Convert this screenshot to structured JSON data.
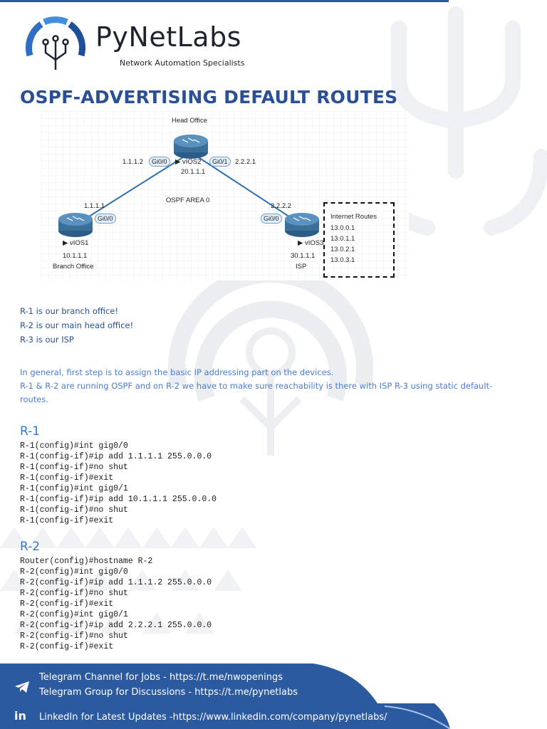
{
  "brand": {
    "name": "PyNetLabs",
    "tagline": "Network Automation Specialists"
  },
  "title": "OSPF-ADVERTISING DEFAULT ROUTES",
  "diagram": {
    "head_office": "Head Office",
    "r2_name": "vIOS2",
    "r2_id": "20.1.1.1",
    "r2_left_ip": "1.1.1.2",
    "r2_left_port": "Gi0/0",
    "r2_right_port": "Gi0/1",
    "r2_right_ip": "2.2.2.1",
    "area": "OSPF AREA 0",
    "r1_ip": "1.1.1.1",
    "r1_port": "Gi0/0",
    "r1_name": "vIOS1",
    "r1_id": "10.1.1.1",
    "r1_site": "Branch Office",
    "r3_ip": "2.2.2.2",
    "r3_port": "Gi0/0",
    "r3_name": "vIOS3",
    "r3_id": "30.1.1.1",
    "r3_site": "ISP",
    "internet_title": "Internet Routes",
    "internet_routes": [
      "13.0.0.1",
      "13.0.1.1",
      "13.0.2.1",
      "13.0.3.1"
    ]
  },
  "intro": [
    "R-1 is our branch office!",
    "R-2 is our main head office!",
    "R-3 is our ISP"
  ],
  "paragraph": [
    "In general, first step is to assign the basic IP addressing part on the devices.",
    "R-1 & R-2 are running OSPF and on R-2 we have to make sure reachability is there with ISP R-3 using static default-",
    "routes."
  ],
  "section_r1": {
    "heading": "R-1",
    "lines": [
      "R-1(config)#int gig0/0",
      "R-1(config-if)#ip add 1.1.1.1 255.0.0.0",
      "R-1(config-if)#no shut",
      "R-1(config-if)#exit",
      "R-1(config)#int gig0/1",
      "R-1(config-if)#ip add 10.1.1.1 255.0.0.0",
      "R-1(config-if)#no shut",
      "R-1(config-if)#exit"
    ]
  },
  "section_r2": {
    "heading": "R-2",
    "lines": [
      "Router(config)#hostname R-2",
      "R-2(config)#int gig0/0",
      "R-2(config-if)#ip add 1.1.1.2 255.0.0.0",
      "R-2(config-if)#no shut",
      "R-2(config-if)#exit",
      "R-2(config)#int gig0/1",
      "R-2(config-if)#ip add 2.2.2.1 255.0.0.0",
      "R-2(config-if)#no shut",
      "R-2(config-if)#exit"
    ]
  },
  "footer": {
    "telegram_channel": "Telegram Channel for Jobs - https://t.me/nwopenings",
    "telegram_group": "Telegram Group for Discussions - https://t.me/pynetlabs",
    "linkedin": "LinkedIn for Latest Updates -https://www.linkedin.com/company/pynetlabs/",
    "linkedin_badge": "in"
  },
  "colors": {
    "title_blue": "#2a4f96",
    "text_blue": "#4a7ed4",
    "footer_blue": "#2c5aa0"
  },
  "icons": [
    "logo-icon",
    "router-icon",
    "telegram-icon",
    "linkedin-icon"
  ]
}
